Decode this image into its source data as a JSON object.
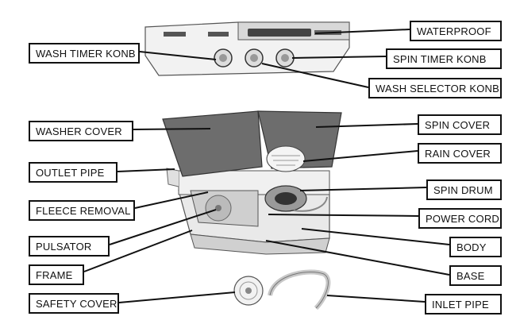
{
  "labels_left": [
    "WASH TIMER KONB",
    "WASHER COVER",
    "OUTLET PIPE",
    "FLEECE REMOVAL",
    "PULSATOR",
    "FRAME",
    "SAFETY COVER"
  ],
  "labels_right": [
    "WATERPROOF",
    "SPIN TIMER KONB",
    "WASH SELECTOR KONB",
    "SPIN COVER",
    "RAIN COVER",
    "SPIN DRUM",
    "POWER CORD",
    "BODY",
    "BASE",
    "INLET PIPE"
  ],
  "colors": {
    "outline": "#111111",
    "lid": "#6d6d6d",
    "body": "#e9e9e9",
    "tub": "#cfcfcf"
  }
}
